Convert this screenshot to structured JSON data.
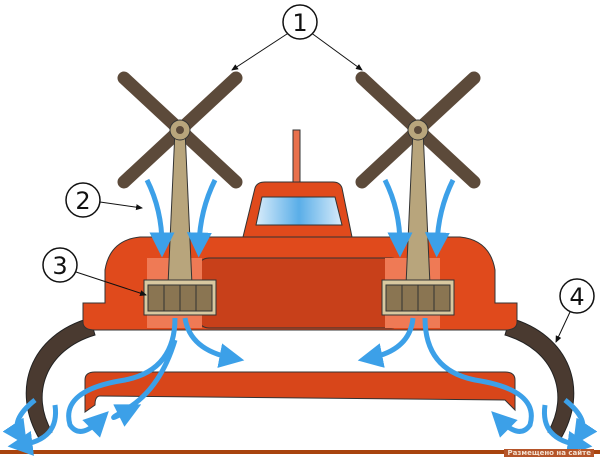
{
  "callouts": [
    {
      "number": "1",
      "part": "propeller-fans"
    },
    {
      "number": "2",
      "part": "air-intake"
    },
    {
      "number": "3",
      "part": "engine"
    },
    {
      "number": "4",
      "part": "flexible-skirt"
    }
  ],
  "watermark": "Размещено на сайте",
  "colors": {
    "hull": "#e04a1c",
    "hull_dark": "#c8401a",
    "air": "#3ca0e8",
    "skirt": "#4a3a30",
    "pylon": "#b8a57c",
    "blade": "#5c4a3a"
  }
}
